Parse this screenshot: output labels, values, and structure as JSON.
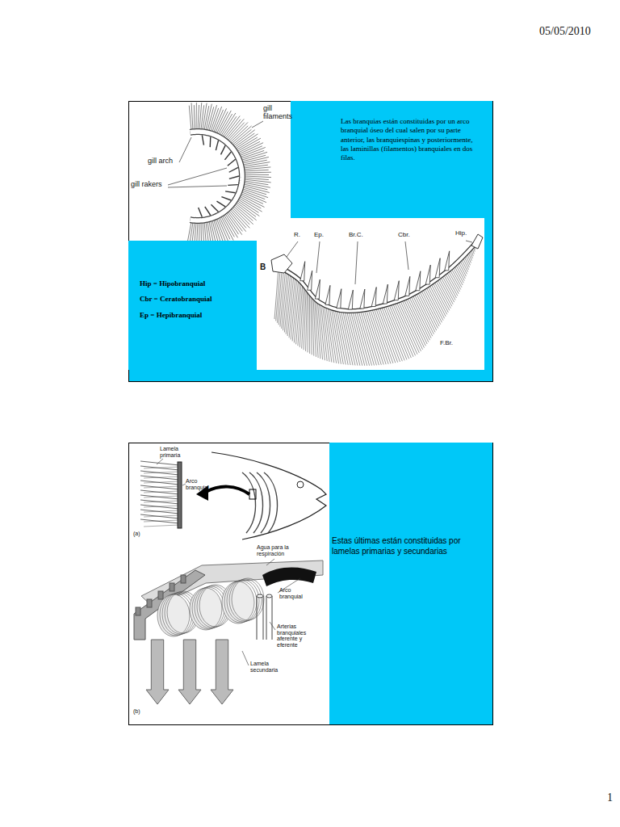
{
  "diagram": {
    "nodes": [
      {
        "text": [
          "Las branquias están constituidas por un arco branquial óseo del cual salen por su parte anterior, las branquiespinas y posteriormente, las laminillas (filamentos) branquiales en dos filas."
        ]
      },
      {
        "text": [
          "Hip = Hipobranquial",
          "Cbr = Ceratobranquial",
          "Ep = Hepibranquial"
        ]
      },
      {
        "text": [
          "Estas últimas están constituidas por lamelas primarias y secundarias"
        ]
      }
    ],
    "labels": [
      "05/05/2010",
      "gill filaments",
      "gill arch",
      "gill rakers",
      "R.",
      "Ep.",
      "Br.C.",
      "Cbr.",
      "Hip.",
      "B",
      "F.Br.",
      "Lamela primaria",
      "Arco branquial",
      "(a)",
      "Agua para la respiración",
      "Arco branquial",
      "Arterias branquiales aferente y eferente",
      "Lamela secundaria",
      "(b)",
      "1"
    ]
  }
}
